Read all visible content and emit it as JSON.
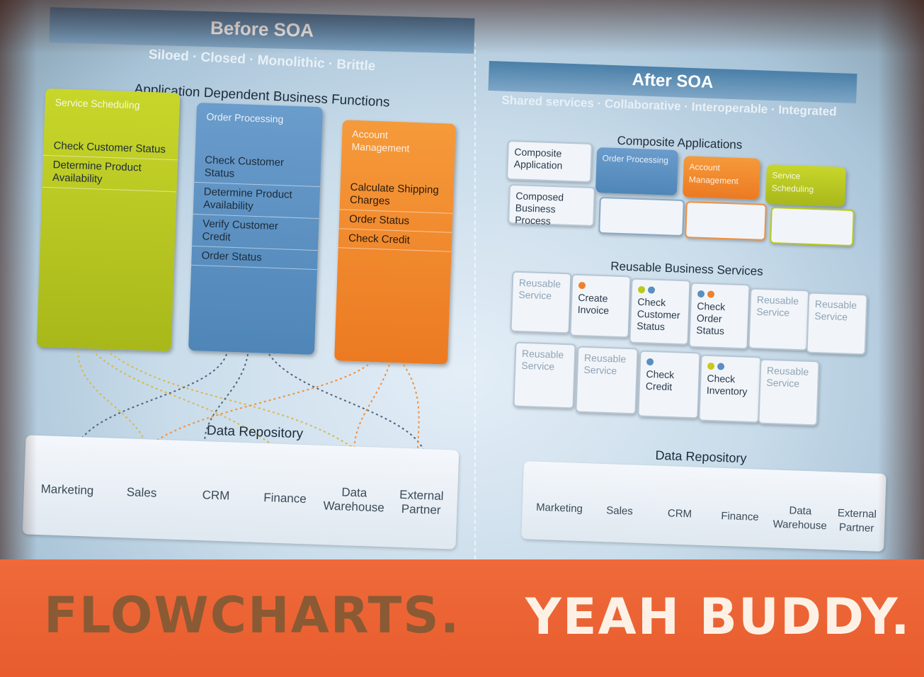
{
  "before": {
    "title": "Before SOA",
    "tagline": "Siloed · Closed · Monolithic · Brittle",
    "section": "Application Dependent Business Functions",
    "columns": [
      {
        "title": "Service Scheduling",
        "items": [
          "Check Customer Status",
          "Determine Product Availability"
        ]
      },
      {
        "title": "Order Processing",
        "items": [
          "Check Customer Status",
          "Determine Product Availability",
          "Verify Customer Credit",
          "Order Status"
        ]
      },
      {
        "title": "Account Management",
        "items": [
          "Calculate Shipping Charges",
          "Order Status",
          "Check Credit"
        ]
      }
    ],
    "repo_title": "Data Repository",
    "repos": [
      "Marketing",
      "Sales",
      "CRM",
      "Finance",
      "Data Warehouse",
      "External Partner"
    ]
  },
  "after": {
    "title": "After SOA",
    "tagline": "Shared services · Collaborative · Interoperable · Integrated",
    "composite_title": "Composite Applications",
    "composite_labels": [
      "Composite Application",
      "Composed Business Process"
    ],
    "composite_cols": [
      "Order Processing",
      "Account Management",
      "Service Scheduling"
    ],
    "reusable_title": "Reusable Business Services",
    "services_row1": [
      "Reusable Service",
      "Create Invoice",
      "Check Customer Status",
      "Check Order Status",
      "Reusable Service",
      "Reusable Service"
    ],
    "services_row2": [
      "Reusable Service",
      "Reusable Service",
      "Check Credit",
      "Check Inventory",
      "Reusable Service"
    ],
    "repo_title": "Data Repository",
    "repos": [
      "Marketing",
      "Sales",
      "CRM",
      "Finance",
      "Data Warehouse",
      "External Partner"
    ]
  },
  "banner": {
    "left": "FLOWCHARTS.",
    "right": "YEAH BUDDY."
  },
  "colors": {
    "yellow": "#b9c91a",
    "blue": "#5a8fbf",
    "orange": "#f0852a",
    "banner": "#e85c2e"
  }
}
